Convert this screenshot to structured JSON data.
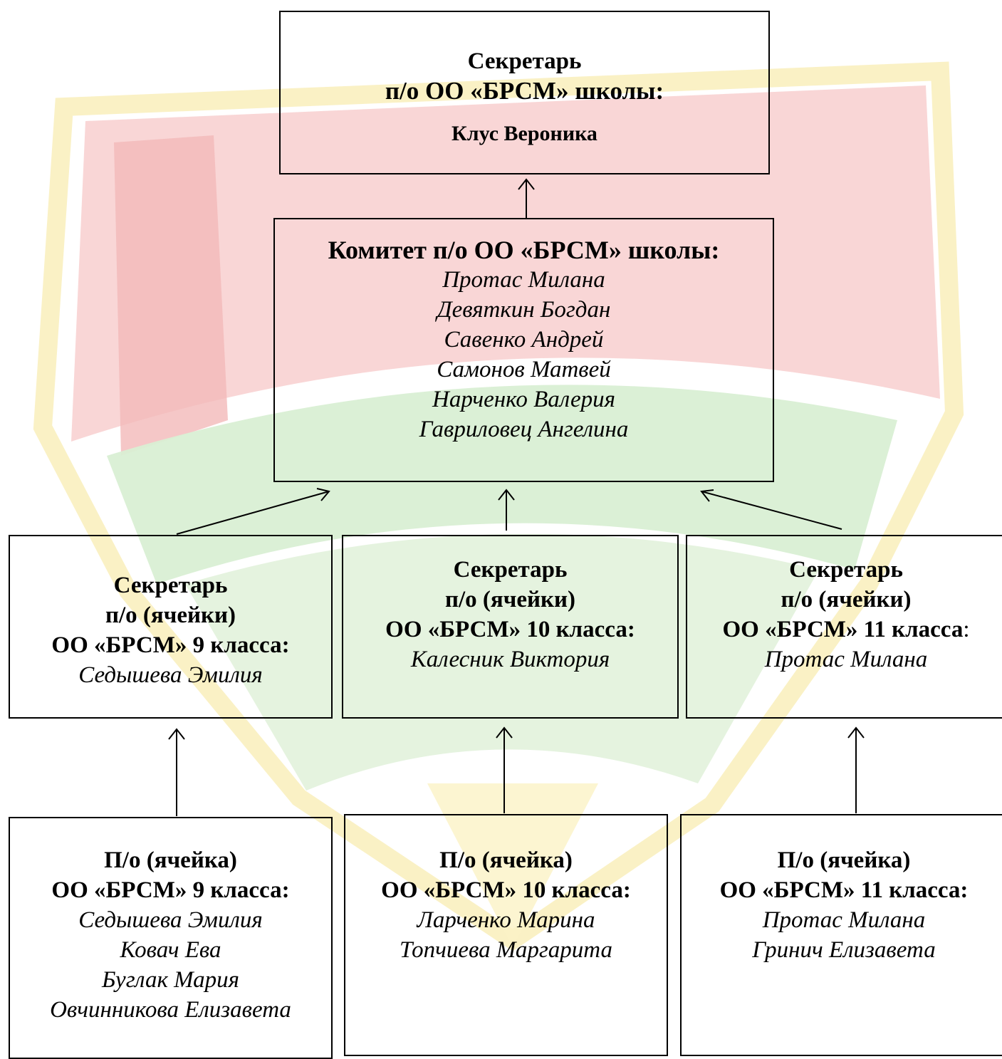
{
  "watermark": {
    "colors": {
      "red": "#f7c9c9",
      "green": "#d4ecd0",
      "yellow": "#fbf4c8"
    }
  },
  "top": {
    "title_line1": "Секретарь",
    "title_line2": "п/о ОО «БРСМ» школы:",
    "name": "Клус Вероника"
  },
  "committee": {
    "title": "Комитет п/о ОО «БРСМ» школы:",
    "members": [
      "Протас Милана",
      "Девяткин Богдан",
      "Савенко Андрей",
      "Самонов Матвей",
      "Нарченко Валерия",
      "Гавриловец Ангелина"
    ]
  },
  "secretaries": [
    {
      "line1": "Секретарь",
      "line2": "п/о (ячейки)",
      "line3": "ОО «БРСМ» 9 класса:",
      "name": "Седышева Эмилия"
    },
    {
      "line1": "Секретарь",
      "line2": "п/о (ячейки)",
      "line3": "ОО «БРСМ» 10 класса:",
      "name": "Калесник Виктория"
    },
    {
      "line1": "Секретарь",
      "line2": "п/о (ячейки)",
      "line3": "ОО «БРСМ» 11 класса",
      "line3_suffix": ":",
      "name": "Протас Милана"
    }
  ],
  "cells": [
    {
      "line1": "П/о (ячейка)",
      "line2": "ОО «БРСМ» 9 класса:",
      "members": [
        "Седышева Эмилия",
        "Ковач Ева",
        "Буглак Мария",
        "Овчинникова Елизавета"
      ]
    },
    {
      "line1": "П/о (ячейка)",
      "line2": "ОО «БРСМ» 10 класса:",
      "members": [
        "Ларченко Марина",
        "Топчиева Маргарита"
      ]
    },
    {
      "line1": "П/о (ячейка)",
      "line2": "ОО «БРСМ» 11 класса:",
      "members": [
        "Протас Милана",
        "Гринич Елизавета"
      ]
    }
  ]
}
